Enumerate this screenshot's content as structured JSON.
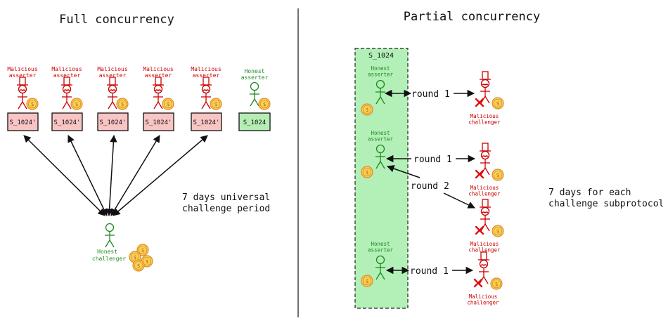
{
  "left": {
    "title": "Full concurrency",
    "malicious_label": "Malicious\nasserter",
    "honest_label": "Honest\nasserter",
    "malicious_state": "S_1024'",
    "honest_state": "S_1024",
    "challenger_label": "Honest\nchallenger",
    "period_text": "7 days universal\nchallenge period",
    "malicious_count": 5
  },
  "right": {
    "title": "Partial concurrency",
    "box_label": "S_1024",
    "asserter_label": "Honest\nasserter",
    "challenger_label": "Malicious\nchallenger",
    "rounds": [
      "round 1",
      "round 1",
      "round 2",
      "round 1"
    ],
    "period_text": "7 days for each\nchallenge subprotocol"
  },
  "coin_symbol": "$",
  "colors": {
    "malicious": "#cc0000",
    "honest": "#1f8a1f",
    "coin_fill": "#f7d154",
    "coin_stroke": "#e08a2a",
    "state_bad": "#f8c4c4",
    "state_good": "#b4eeb4",
    "box_fill": "#b2f0b8",
    "ink": "#111111"
  }
}
